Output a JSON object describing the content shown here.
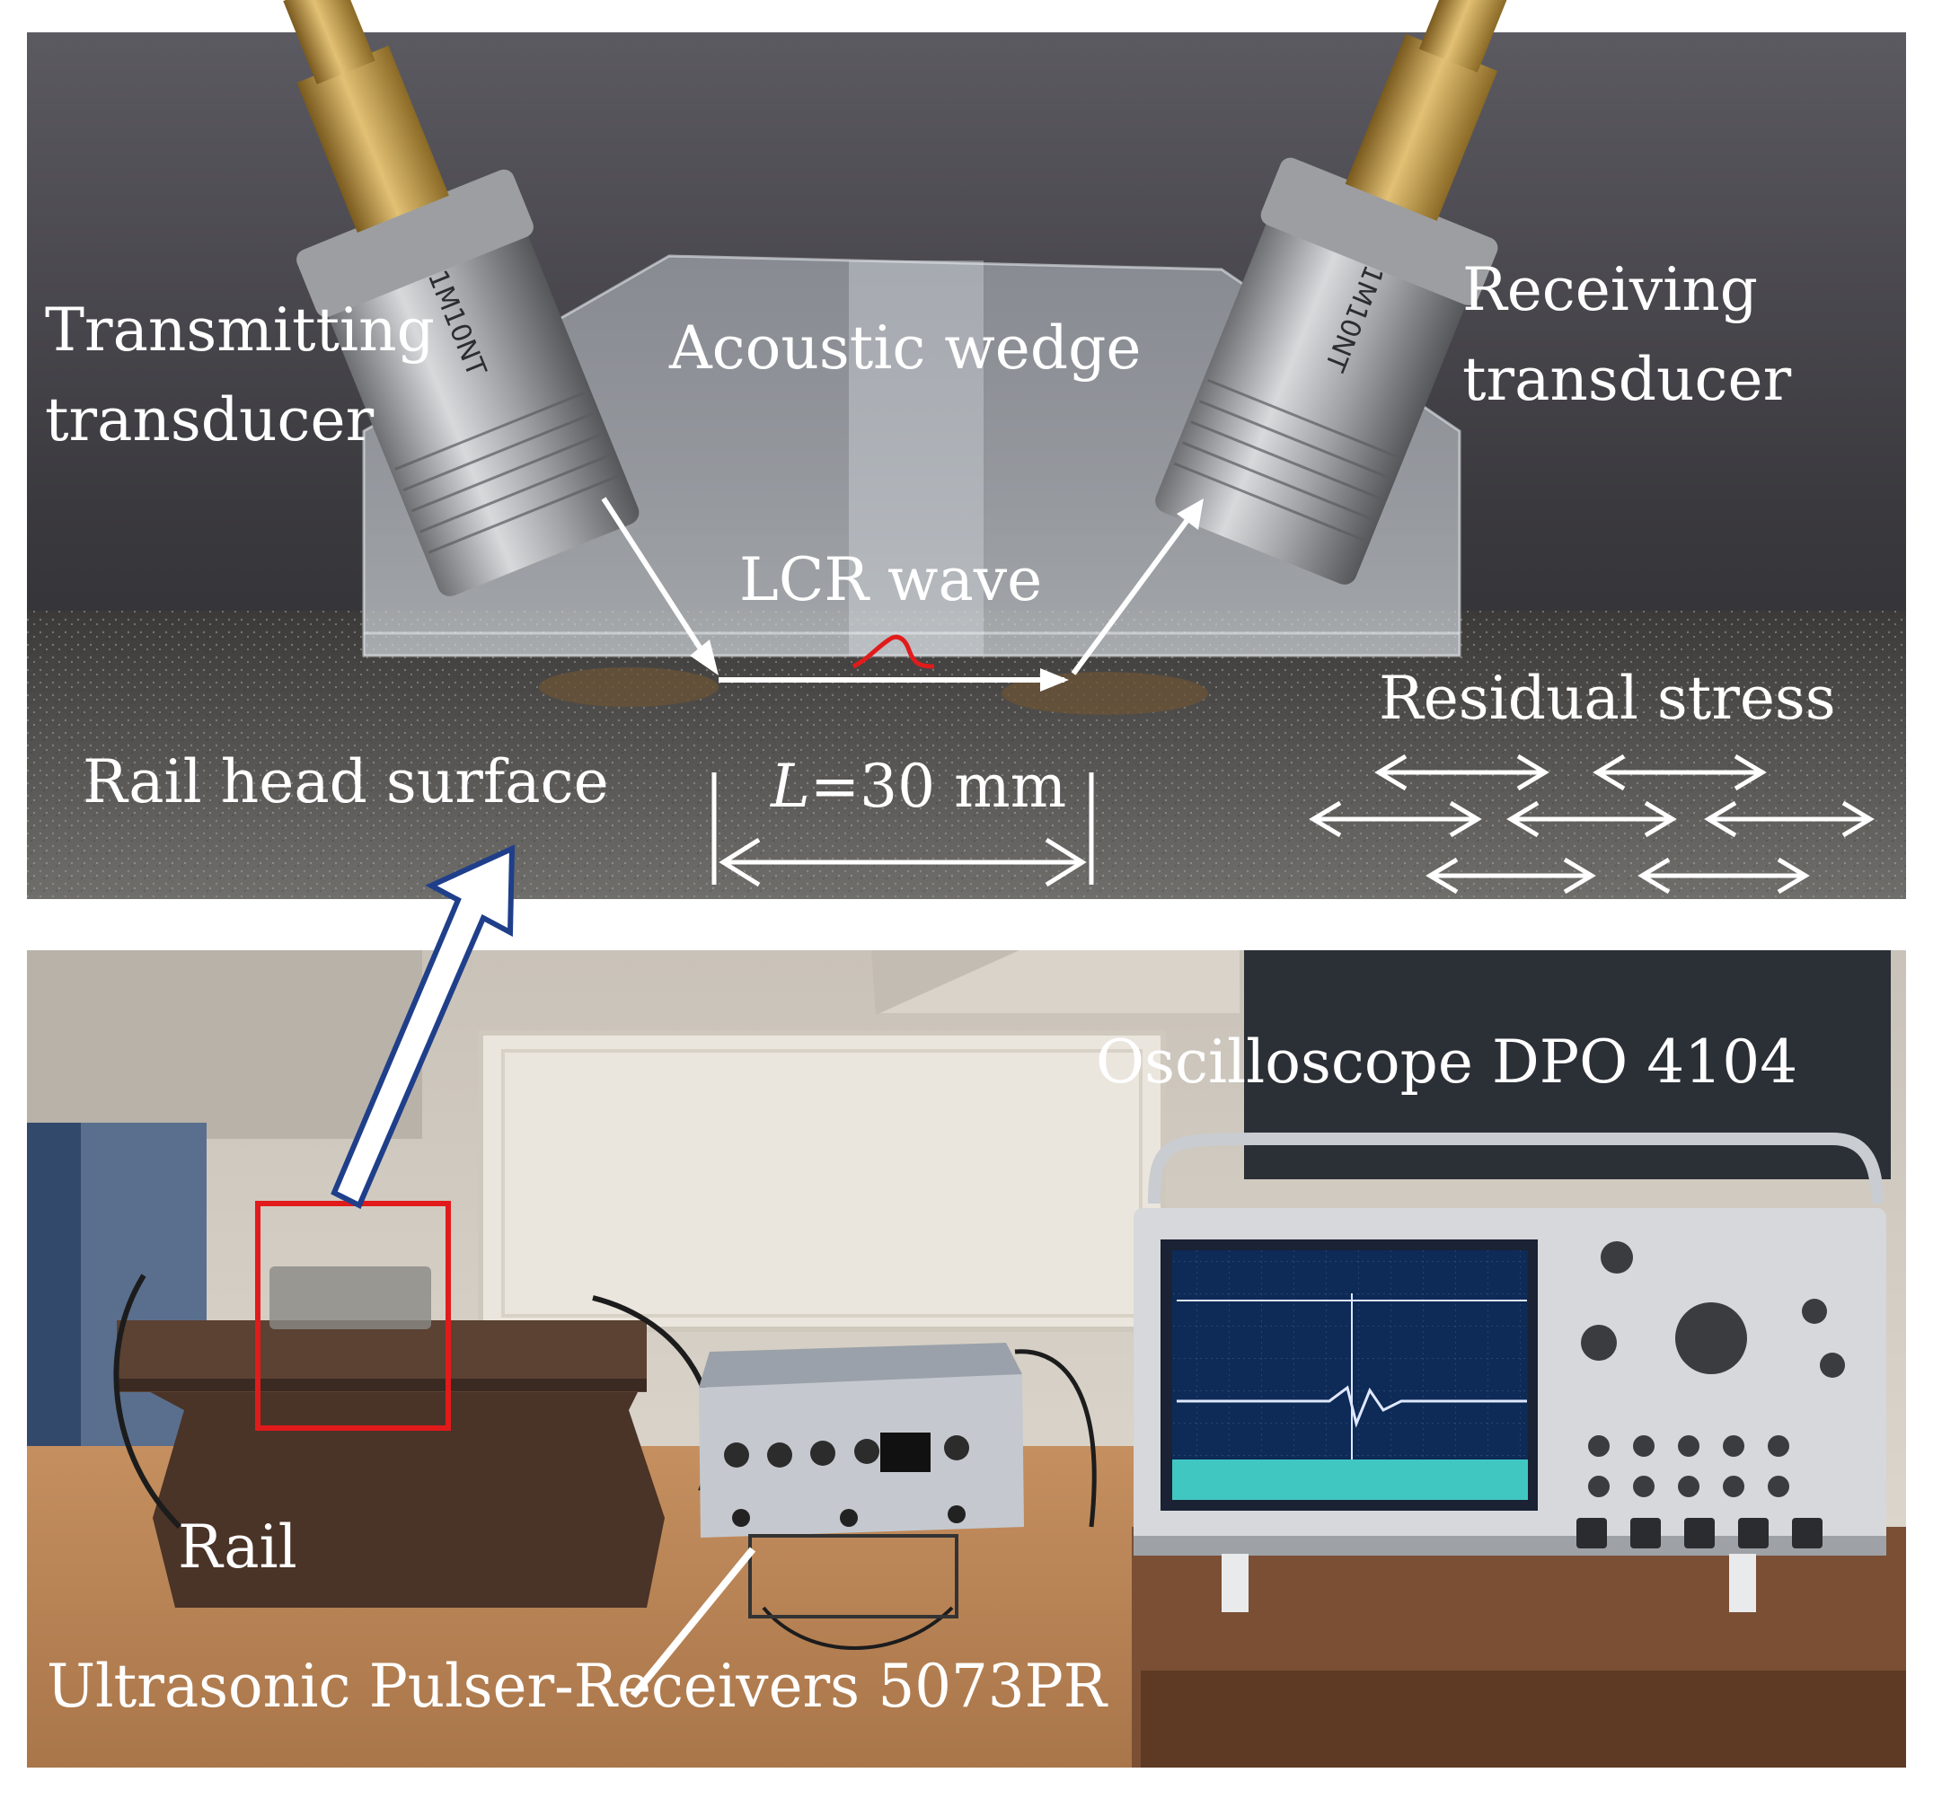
{
  "top_panel": {
    "labels": {
      "transmitting_line1": "Transmitting",
      "transmitting_line2": "transducer",
      "acoustic_wedge": "Acoustic wedge",
      "receiving_line1": "Receiving",
      "receiving_line2": "transducer",
      "lcr_wave": "LCR wave",
      "residual_stress": "Residual stress",
      "rail_head_surface": "Rail head surface",
      "distance_symbol": "L",
      "distance_value": "=30 mm"
    },
    "transducer_marking": "1M10NT"
  },
  "bottom_panel": {
    "labels": {
      "oscilloscope": "Oscilloscope DPO 4104",
      "rail": "Rail",
      "pulser_receiver": "Ultrasonic Pulser-Receivers 5073PR"
    }
  },
  "colors": {
    "callout_arrow_outline": "#1f3f8a",
    "highlight_box": "#e11b1b",
    "lcr_wave": "#e11b1b",
    "annotation": "#ffffff"
  }
}
